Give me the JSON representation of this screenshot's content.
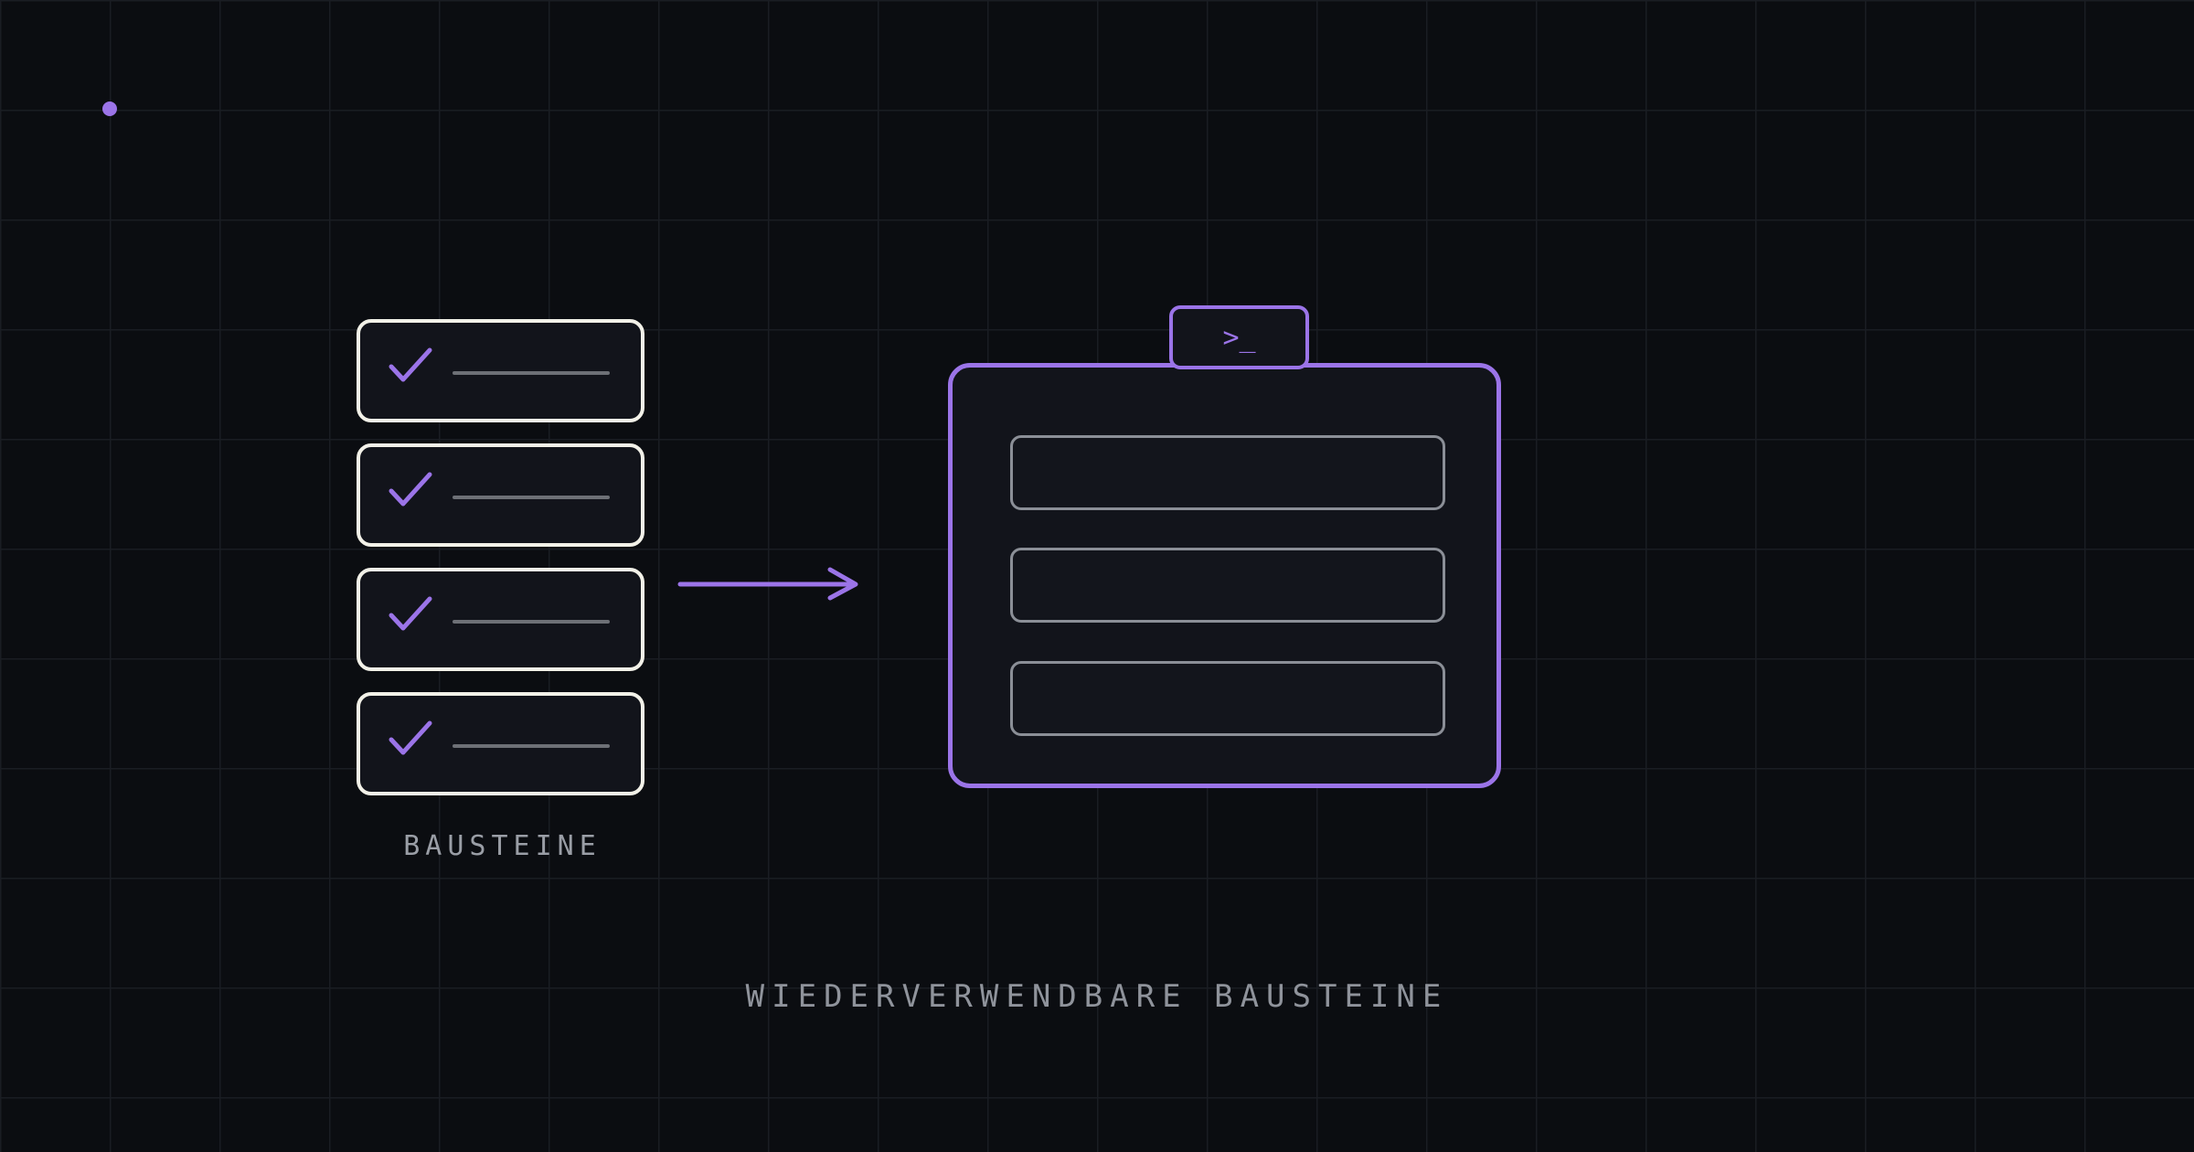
{
  "colors": {
    "background": "#0b0d11",
    "grid": "#1a1d23",
    "accent": "#9b74e8",
    "card_border": "#f2f1e8",
    "muted_text": "#8f939b"
  },
  "stack": {
    "label": "BAUSTEINE",
    "cards": [
      {
        "icon": "checkmark-icon"
      },
      {
        "icon": "checkmark-icon"
      },
      {
        "icon": "checkmark-icon"
      },
      {
        "icon": "checkmark-icon"
      }
    ]
  },
  "window": {
    "tab_label": ">_",
    "tab_icon": "terminal-icon",
    "fields": 3
  },
  "footer": {
    "title": "WIEDERVERWENDBARE BAUSTEINE"
  }
}
